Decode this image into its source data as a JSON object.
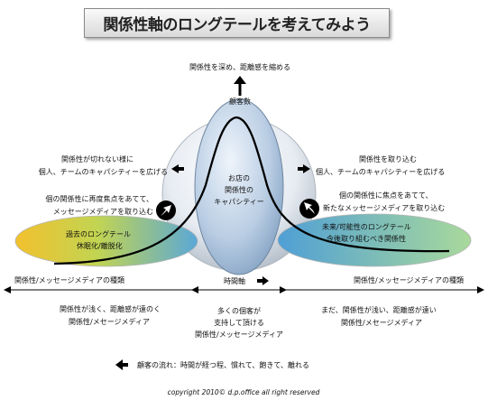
{
  "title": "関係性軸のロングテールを考えてみよう",
  "top_axis_label": "関係性を深め、距離感を縮める",
  "y_axis_label": "顧客数",
  "center_ellipse_label": [
    "お店の",
    "関係性の",
    "キャパシティー"
  ],
  "left_side": {
    "expand_line1": "関係性が切れない様に",
    "expand_line2": "個人、チームのキャパシティーを広げる",
    "refocus_line1": "個の関係性に再度焦点をあてて、",
    "refocus_line2": "メッセージメディアを取り込む",
    "tail_line1": "過去のロングテール",
    "tail_line2": "休眠化/離脱化"
  },
  "right_side": {
    "expand_line1": "関係性を取り込む",
    "expand_line2": "個人、チームのキャパシティーを広げる",
    "refocus_line1": "個の関係性に焦点をあてて、",
    "refocus_line2": "新たなメッセージメディアを取り込む",
    "tail_line1": "未来/可能性のロングテール",
    "tail_line2": "今後取り組むべき関係性"
  },
  "axis": {
    "left_label": "関係性/メッセージメディアの種類",
    "center_label": "時間軸",
    "right_label": "関係性/メッセージメディアの種類"
  },
  "bottom": {
    "left_line1": "関係性が浅く、距離感が遠のく",
    "left_line2": "関係性/メセージメディア",
    "center_line1": "多くの個客が",
    "center_line2": "支持して頂ける",
    "center_line3": "関係性/メッセージメディア",
    "right_line1": "まだ、関係性が浅い、距離感が遠い",
    "right_line2": "関係性/メセージメディア"
  },
  "customer_flow": "顧客の流れ：時間が経つ程、慣れて、飽きて、離れる",
  "copyright": "copyright 2010© d.p.office all right reserved"
}
